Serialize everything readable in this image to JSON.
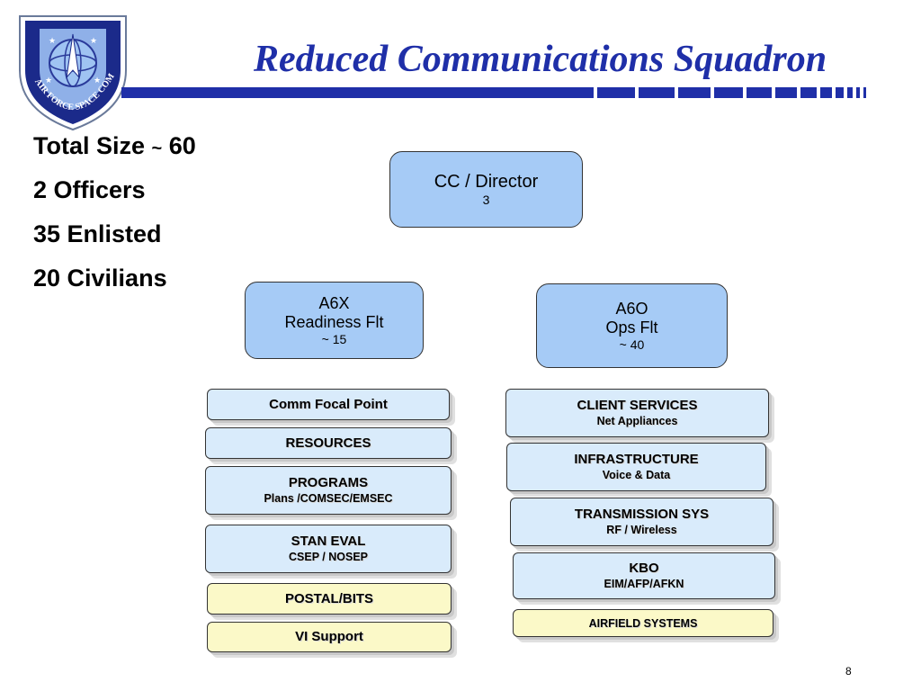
{
  "slide": {
    "title": "Reduced Communications Squadron",
    "page_number": "8",
    "logo_text": "AIR FORCE SPACE COMMAND",
    "colors": {
      "title_blue": "#1f2fa8",
      "node_blue": "#a6cbf6",
      "box_blue": "#d9ebfb",
      "box_yellow": "#fbf9c8"
    }
  },
  "stats": [
    {
      "label": "Total Size ",
      "tilde": "~",
      "value": " 60"
    },
    {
      "label": "2 Officers"
    },
    {
      "label": "35 Enlisted"
    },
    {
      "label": "20 Civilians"
    }
  ],
  "nodes": {
    "cc": {
      "line1": "CC / Director",
      "line2": "3"
    },
    "a6x": {
      "line1": "A6X",
      "line2": "Readiness Flt",
      "line3": "~ 15"
    },
    "a6o": {
      "line1": "A6O",
      "line2": "Ops Flt",
      "line3": "~ 40"
    }
  },
  "left_boxes": [
    {
      "main": "Comm Focal Point"
    },
    {
      "main": "RESOURCES"
    },
    {
      "main": "PROGRAMS",
      "sub": "Plans /COMSEC/EMSEC"
    },
    {
      "main": "STAN EVAL",
      "sub": "CSEP / NOSEP"
    },
    {
      "main": "POSTAL/BITS"
    },
    {
      "main": "VI Support"
    }
  ],
  "right_boxes": [
    {
      "main": "CLIENT SERVICES",
      "sub": "Net Appliances"
    },
    {
      "main": "INFRASTRUCTURE",
      "sub": "Voice & Data"
    },
    {
      "main": "TRANSMISSION SYS",
      "sub": "RF / Wireless"
    },
    {
      "main": "KBO",
      "sub": "EIM/AFP/AFKN"
    },
    {
      "main": "AIRFIELD SYSTEMS"
    }
  ]
}
